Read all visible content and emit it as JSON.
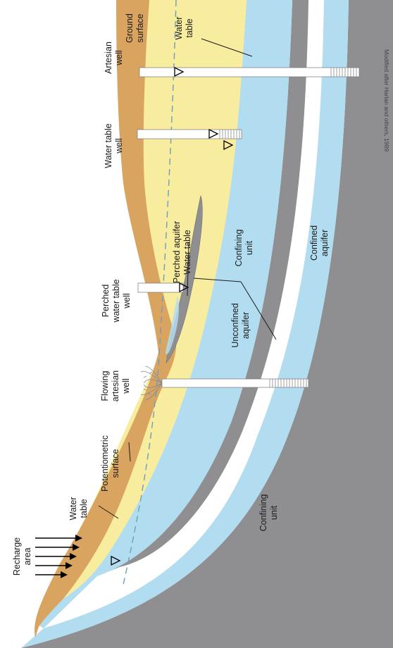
{
  "colors": {
    "confining_unit": "#8f8f91",
    "aquifer_blue": "#b2dcf0",
    "unsaturated_yellow": "#f8ec9f",
    "ground_surface_brown": "#d9a45f",
    "well_casing": "#ffffff",
    "potentiometric_line": "#6e9dbd"
  },
  "icons": {
    "water_level_marker": "inverted-triangle-icon",
    "recharge": "down-arrow-icon",
    "fountain": "water-spray-icon"
  },
  "labels": {
    "ground_surface": [
      "Ground",
      "surface"
    ],
    "water_table_top": [
      "Water",
      "table"
    ],
    "artesian_well": [
      "Artesian",
      "well"
    ],
    "water_table_well": [
      "Water table",
      "well"
    ],
    "perched_aquifer": [
      "Perched aquifer",
      "Water table"
    ],
    "confining_unit_mid": [
      "Confining",
      "unit"
    ],
    "confined_aquifer": [
      "Confined",
      "aquifer"
    ],
    "unconfined_aquifer": [
      "Unconfined",
      "aquifer"
    ],
    "perched_well": [
      "Perched",
      "water table",
      "well"
    ],
    "flowing_artesian_well": [
      "Flowing",
      "artesian",
      "well"
    ],
    "potentiometric_surface": [
      "Potentiometric",
      "surface"
    ],
    "water_table_left": [
      "Water",
      "table"
    ],
    "recharge_area": [
      "Recharge",
      "area"
    ],
    "confining_unit_bottom": [
      "Confining",
      "unit"
    ]
  },
  "source_note": "Modified after Harlan and others, 1989"
}
